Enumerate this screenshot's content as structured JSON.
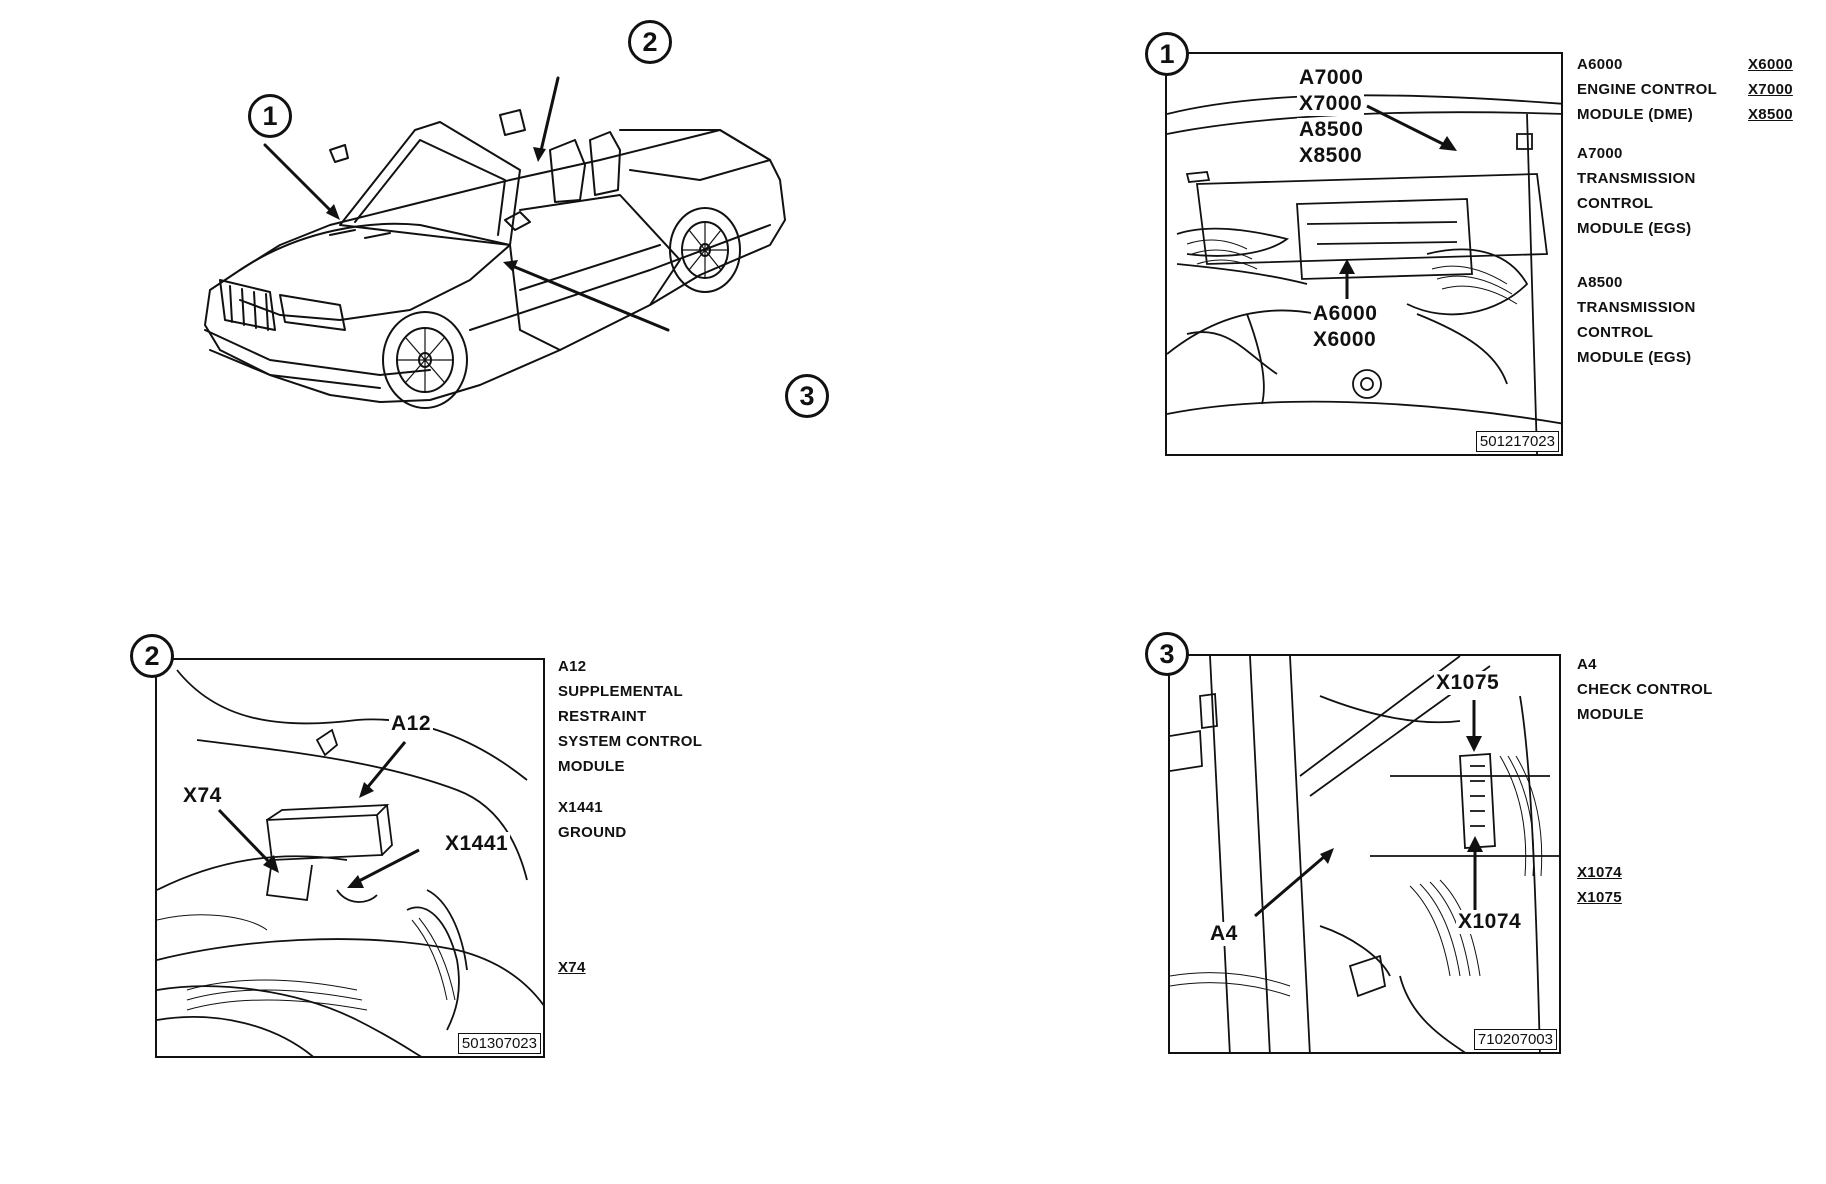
{
  "callouts": {
    "c1": "1",
    "c2": "2",
    "c3": "3"
  },
  "panel1": {
    "labels": [
      "A7000",
      "X7000",
      "A8500",
      "X8500",
      "A6000",
      "X6000"
    ],
    "code": "501217023",
    "legend": {
      "a6000": "A6000",
      "engine_line": "ENGINE CONTROL",
      "module_dme": "MODULE (DME)",
      "a7000": "A7000",
      "trans1": "TRANSMISSION",
      "control1": "CONTROL",
      "module_egs1": "MODULE (EGS)",
      "a8500": "A8500",
      "trans2": "TRANSMISSION",
      "control2": "CONTROL",
      "module_egs2": "MODULE (EGS)"
    },
    "connectors": [
      "X6000",
      "X7000",
      "X8500"
    ]
  },
  "panel2": {
    "labels": {
      "a12": "A12",
      "x74": "X74",
      "x1441": "X1441"
    },
    "code": "501307023",
    "legend": {
      "a12": "A12",
      "line1": "SUPPLEMENTAL",
      "line2": "RESTRAINT",
      "line3": "SYSTEM CONTROL",
      "line4": "MODULE",
      "x1441": "X1441",
      "ground": "GROUND"
    },
    "connector": "X74"
  },
  "panel3": {
    "labels": {
      "x1075": "X1075",
      "x1074": "X1074",
      "a4": "A4"
    },
    "code": "710207003",
    "legend": {
      "a4": "A4",
      "line1": "CHECK CONTROL",
      "line2": "MODULE"
    },
    "connectors": [
      "X1074",
      "X1075"
    ]
  }
}
